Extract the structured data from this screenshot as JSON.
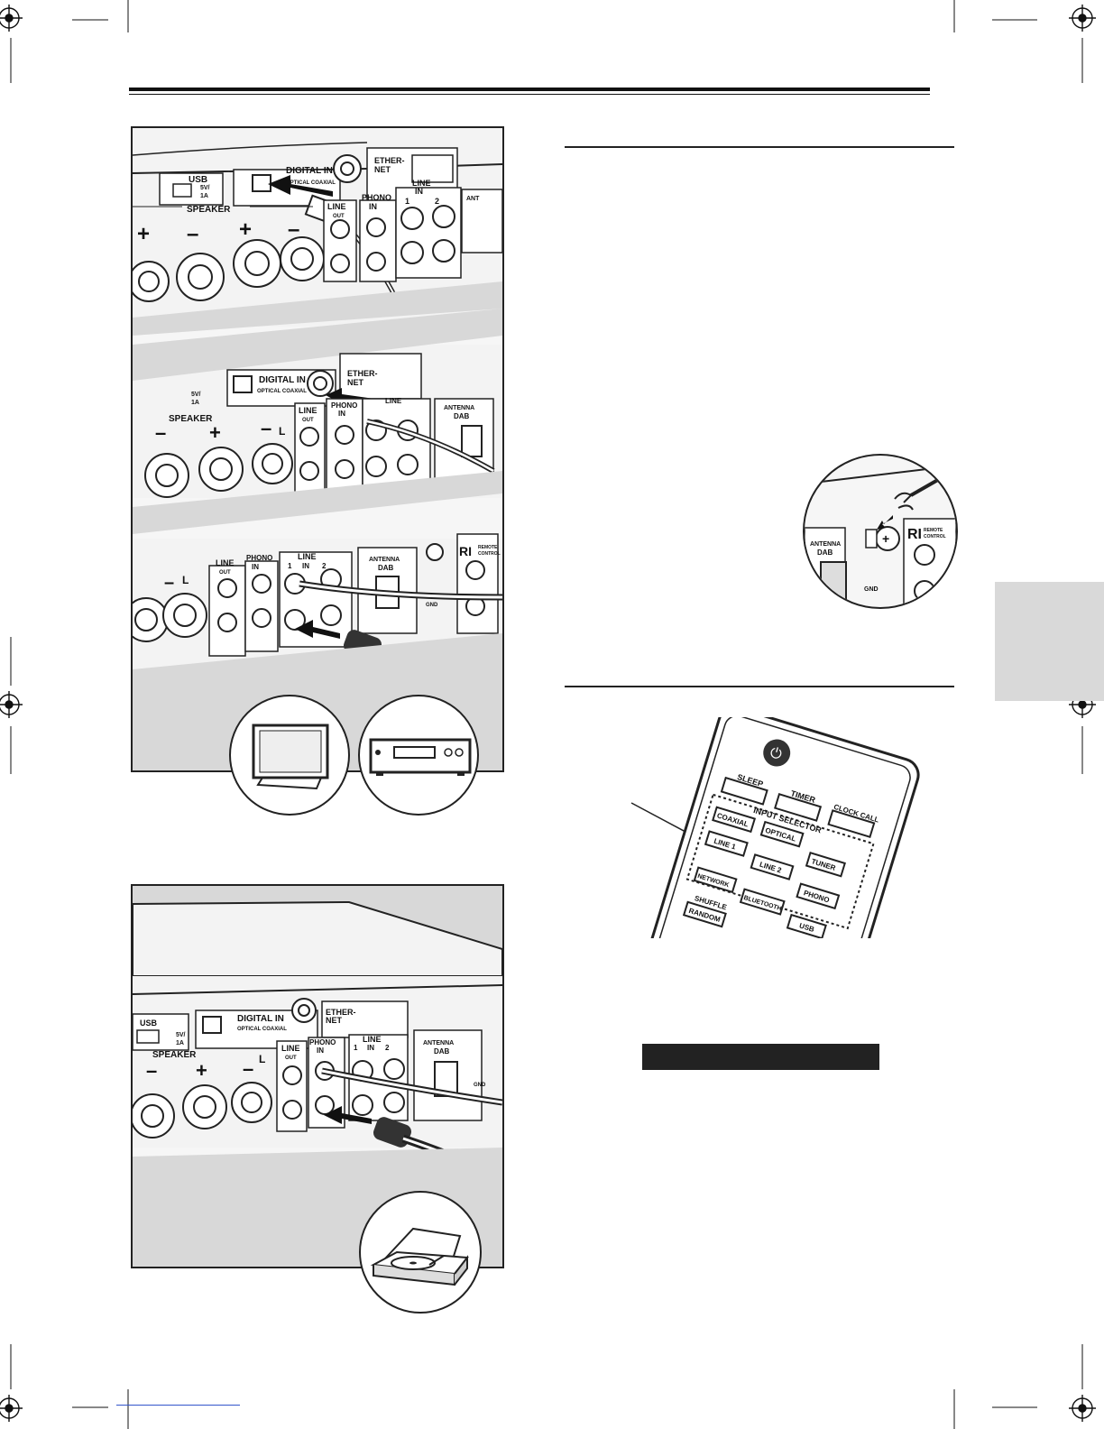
{
  "colors": {
    "panel_bg": "#f4f4f4",
    "panel_shade": "#d8d8d8",
    "side_tab": "#d9d9d9",
    "dark_bar": "#222222",
    "ink": "#111111"
  },
  "figure_top": {
    "panel1": {
      "usb": "USB",
      "usb_power": "5V/",
      "usb_amps": "1A",
      "digital_in": "DIGITAL IN",
      "optical_coaxial": "OPTICAL  COAXIAL",
      "ethernet_1": "ETHER-",
      "ethernet_2": "NET",
      "speaker": "SPEAKER",
      "line_out_1": "LINE",
      "line_out_2": "OUT",
      "phono_1": "PHONO",
      "phono_2": "IN",
      "line_in_1": "LINE",
      "line_in_2": "IN",
      "line_in_num1": "1",
      "line_in_num2": "2",
      "plus": "+",
      "minus": "–",
      "antenna_partial": "ANT"
    },
    "panel2": {
      "usb_power": "5V/",
      "usb_amps": "1A",
      "digital_in": "DIGITAL IN",
      "optical_coaxial": "OPTICAL  COAXIAL",
      "ethernet_1": "ETHER-",
      "ethernet_2": "NET",
      "speaker": "SPEAKER",
      "line_out_1": "LINE",
      "line_out_2": "OUT",
      "phono_1": "PHONO",
      "phono_2": "IN",
      "line_in": "LINE",
      "antenna": "ANTENNA",
      "dab": "DAB",
      "minus": "–",
      "plus": "+",
      "l": "L"
    },
    "panel3": {
      "line_out_1": "LINE",
      "line_out_2": "OUT",
      "phono_1": "PHONO",
      "phono_2": "IN",
      "line_in_1": "LINE",
      "line_in_2": "IN",
      "line_in_num1": "1",
      "line_in_num2": "2",
      "antenna": "ANTENNA",
      "dab": "DAB",
      "gnd": "GND",
      "ri": "RI",
      "remote_1": "REMOTE",
      "remote_2": "CONTROL",
      "minus": "–",
      "l": "L"
    }
  },
  "figure_gnd_inset": {
    "antenna": "ANTENNA",
    "dab": "DAB",
    "gnd": "GND",
    "ri": "RI",
    "remote_1": "REMOTE",
    "remote_2": "CONTROL"
  },
  "figure_phono": {
    "usb": "USB",
    "usb_power": "5V/",
    "usb_amps": "1A",
    "digital_in": "DIGITAL IN",
    "optical_coaxial": "OPTICAL  COAXIAL",
    "ethernet_1": "ETHER-",
    "ethernet_2": "NET",
    "speaker": "SPEAKER",
    "line_out_1": "LINE",
    "line_out_2": "OUT",
    "phono_1": "PHONO",
    "phono_2": "IN",
    "line_in_1": "LINE",
    "line_in_2": "IN",
    "line_in_num1": "1",
    "line_in_num2": "2",
    "antenna": "ANTENNA",
    "dab": "DAB",
    "gnd": "GND",
    "minus": "–",
    "plus": "+",
    "l": "L"
  },
  "remote": {
    "sleep": "SLEEP",
    "timer": "TIMER",
    "clock_call": "CLOCK CALL",
    "input_selector": "INPUT SELECTOR",
    "coaxial": "COAXIAL",
    "optical": "OPTICAL",
    "tuner": "TUNER",
    "line1": "LINE 1",
    "line2": "LINE 2",
    "phono": "PHONO",
    "network": "NETWORK",
    "bluetooth": "BLUETOOTH",
    "usb": "USB",
    "shuffle": "SHUFFLE",
    "random": "RANDOM"
  }
}
